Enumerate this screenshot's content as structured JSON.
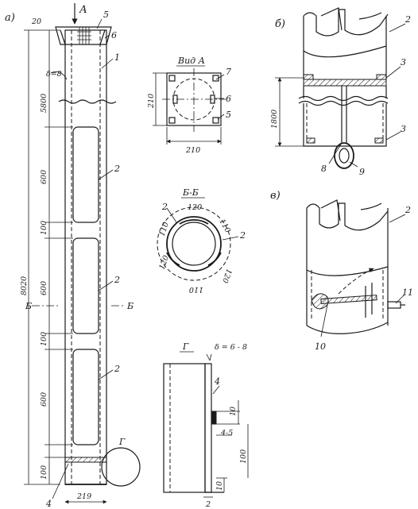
{
  "panel_labels": {
    "a": "а)",
    "b": "б)",
    "v": "в)"
  },
  "view_arrow": "А",
  "section_mark": "Б",
  "detail_mark": "Г",
  "callouts": {
    "n1": "1",
    "n2": "2",
    "n3": "3",
    "n4": "4",
    "n5": "5",
    "n6": "6",
    "n7": "7",
    "n8": "8",
    "n9": "9",
    "n10": "10",
    "n11": "11"
  },
  "dimensions_a": {
    "top": "20",
    "wall": "δ=8",
    "total": "8020",
    "upper": "5800",
    "win1": "600",
    "gap1": "100",
    "win2": "600",
    "gap2": "100",
    "win3": "600",
    "bottom": "100",
    "diameter": "219"
  },
  "view_a": {
    "title": "Вид А",
    "height": "210",
    "width": "210"
  },
  "section_bb": {
    "title": "Б-Б",
    "d120_top": "120",
    "d110_left": "110",
    "d110_right": "110",
    "d120_left": "120",
    "d420_right": "120",
    "d110_bottom": "110"
  },
  "detail_g": {
    "title": "Г",
    "wall": "δ = 6 - 8",
    "gap": "4-5",
    "d10a": "10",
    "d100": "100",
    "d10b": "10",
    "d2": "2"
  },
  "dim_b": {
    "height": "1800"
  }
}
